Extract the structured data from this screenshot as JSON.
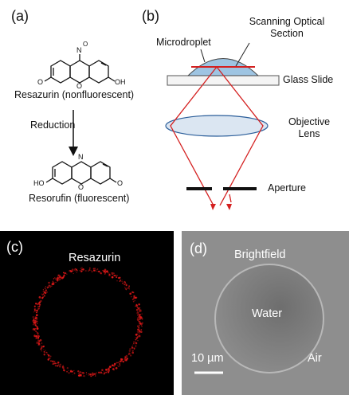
{
  "panel_a": {
    "label": "(a)",
    "molecule_top_label": "Resazurin (nonfluorescent)",
    "reaction_label": "Reduction",
    "molecule_bottom_label": "Resorufin (fluorescent)",
    "atoms": {
      "n_oxide": "N",
      "o_minus": "O",
      "o_ring": "O",
      "o_keto": "O",
      "ho": "OH",
      "ho_left": "HO",
      "n": "N"
    }
  },
  "panel_b": {
    "label": "(b)",
    "microdroplet": "Microdroplet",
    "scanning_section": "Scanning Optical\nSection",
    "glass_slide": "Glass Slide",
    "objective_lens": "Objective\nLens",
    "aperture": "Aperture",
    "colors": {
      "beam": "#d42020",
      "lens": "#dbe6f2",
      "droplet": "#9ec4e2"
    }
  },
  "panel_c": {
    "label": "(c)",
    "title": "Resazurin",
    "ring_color": "#e01818"
  },
  "panel_d": {
    "label": "(d)",
    "title": "Brightfield",
    "inside_label": "Water",
    "outside_label": "Air",
    "scalebar_label": "10 µm"
  }
}
